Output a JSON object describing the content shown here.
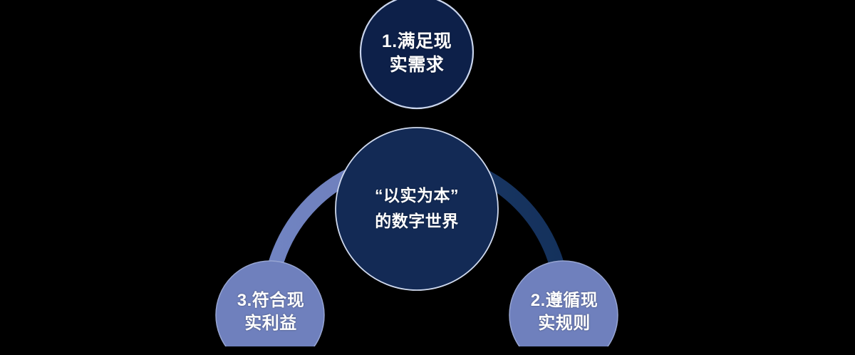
{
  "slide": {
    "background_color": "#000000",
    "type": "concentric-circle-diagram"
  },
  "theme": {
    "dark_navy": "#0d2049",
    "center_navy": "#132a55",
    "periwinkle": "#6f80bd",
    "arc_light": "#6f80bd",
    "arc_dark": "#15335f",
    "ring_stroke": "#c9d4ec",
    "text_color": "#ffffff"
  },
  "center_node": {
    "name": "core-concept",
    "line1": "“以实为本”",
    "line2": "的数字世界",
    "fill": "#132a55",
    "stroke": "#c9d4ec"
  },
  "nodes": [
    {
      "id": "node-1",
      "index": "1",
      "name": "satisfy-real-needs",
      "line1": "1.满足现",
      "line2": "实需求",
      "position": "top",
      "fill": "#0d2049",
      "stroke": "#c9d4ec"
    },
    {
      "id": "node-2",
      "index": "2",
      "name": "follow-real-rules",
      "line1": "2.遵循现",
      "line2": "实规则",
      "position": "bottom-right",
      "fill": "#6f80bd",
      "stroke": "#6f80bd"
    },
    {
      "id": "node-3",
      "index": "3",
      "name": "match-real-interests",
      "line1": "3.符合现",
      "line2": "实利益",
      "position": "bottom-left",
      "fill": "#6f80bd",
      "stroke": "#6f80bd"
    }
  ],
  "connector_ring": {
    "name": "connector-arc",
    "description_left_color": "#6f80bd",
    "description_right_color": "#15335f",
    "open_at": "bottom"
  }
}
